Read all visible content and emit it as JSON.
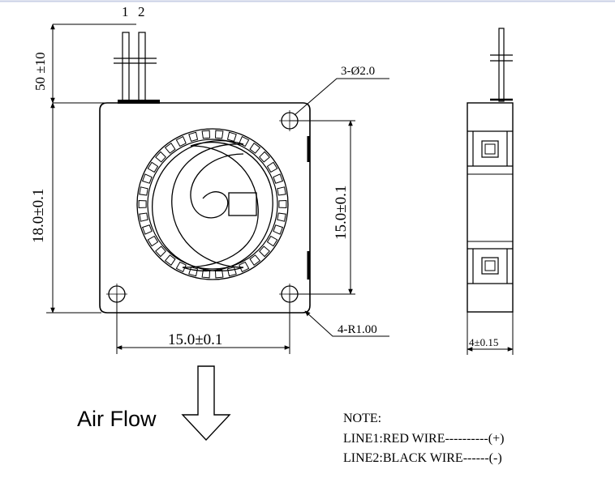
{
  "wire_labels": {
    "line1": "1",
    "line2": "2"
  },
  "dimensions": {
    "wire_length": "50 ±10",
    "hole_spec": "3-Ø2.0",
    "height": "18.0±0.1",
    "hole_spacing_vertical": "15.0±0.1",
    "hole_spacing_horizontal": "15.0±0.1",
    "corner_radius": "4-R1.00",
    "thickness": "4±0.15"
  },
  "airflow": {
    "label": "Air Flow"
  },
  "note": {
    "heading": "NOTE:",
    "line1": "LINE1:RED WIRE----------(+)",
    "line2": "LINE2:BLACK WIRE------(-)"
  }
}
